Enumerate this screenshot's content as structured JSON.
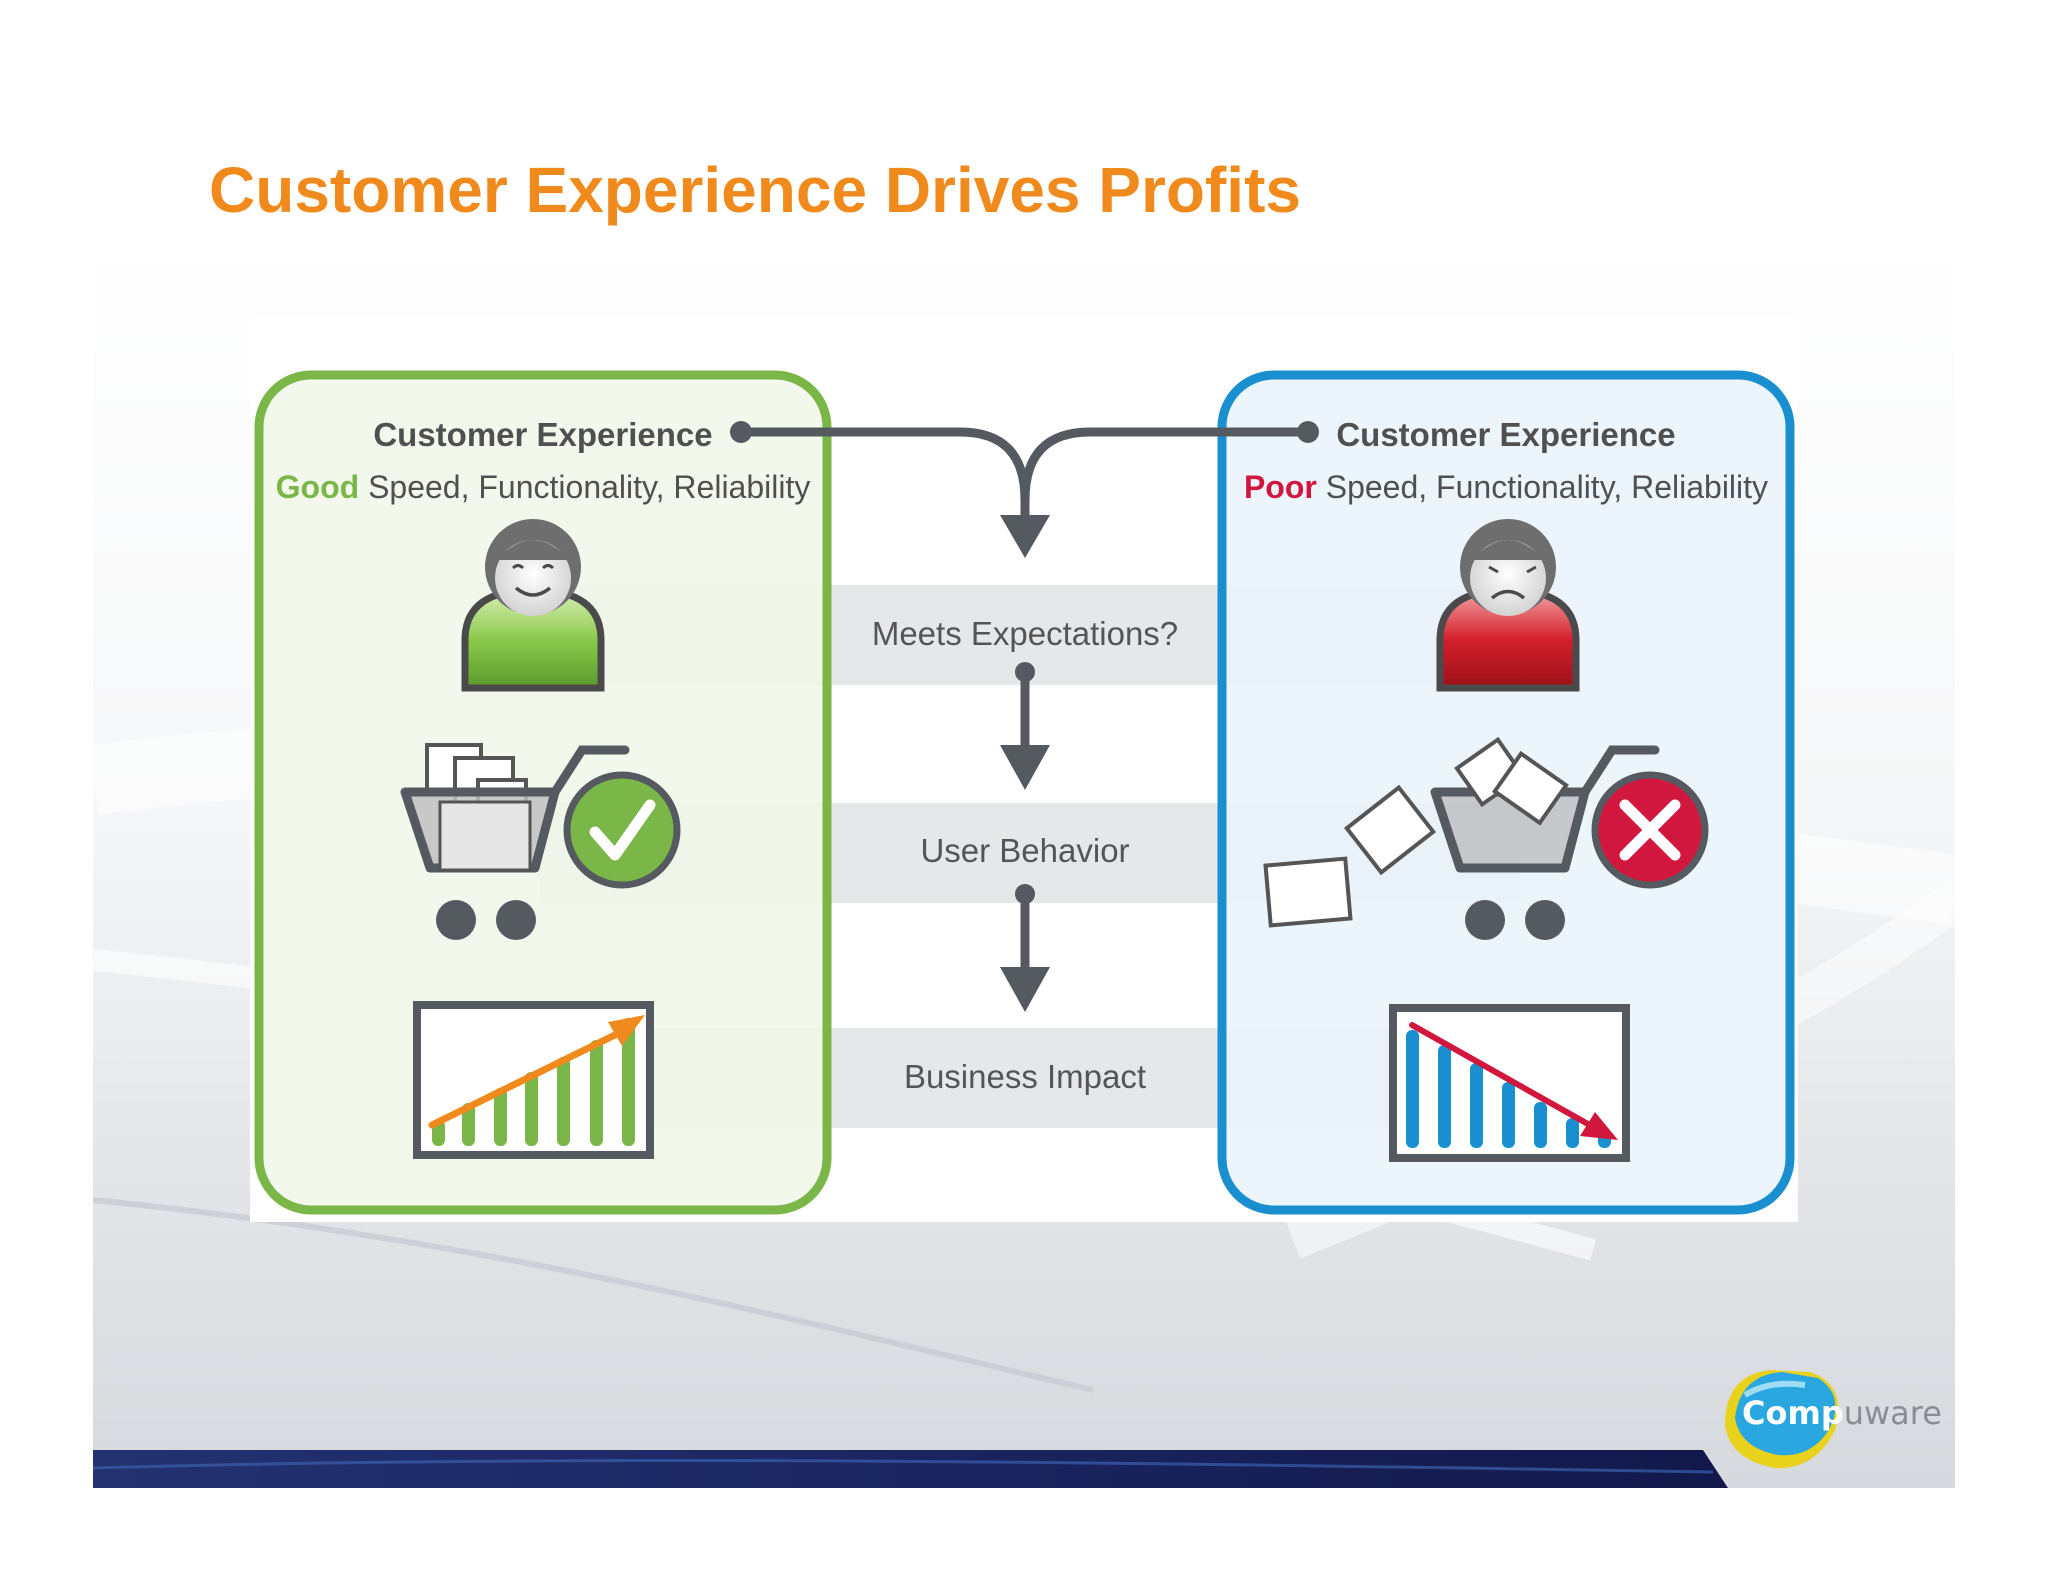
{
  "slide": {
    "title": "Customer Experience Drives Profits"
  },
  "left_panel": {
    "heading": "Customer Experience",
    "quality_word": "Good",
    "attributes": " Speed, Functionality, Reliability",
    "person_icon": "happy-customer-icon",
    "cart_icon": "full-cart-icon",
    "status_icon": "checkmark-icon",
    "chart_icon": "rising-bar-chart-icon",
    "color": "#7ab648"
  },
  "right_panel": {
    "heading": "Customer Experience",
    "quality_word": "Poor",
    "attributes": " Speed, Functionality, Reliability",
    "person_icon": "sad-customer-icon",
    "cart_icon": "abandoned-cart-icon",
    "status_icon": "x-mark-icon",
    "chart_icon": "falling-bar-chart-icon",
    "color": "#1a8fd0",
    "poor_color": "#d2173f"
  },
  "flow": {
    "stages": [
      "Meets Expectations?",
      "User Behavior",
      "Business Impact"
    ]
  },
  "logo": {
    "highlight": "Comp",
    "rest": "uware",
    "icon": "compuware-logo-icon"
  },
  "colors": {
    "title": "#f08a1c",
    "good": "#7ab648",
    "poor": "#d2173f",
    "blue": "#1a8fd0",
    "connector": "#555a60"
  }
}
